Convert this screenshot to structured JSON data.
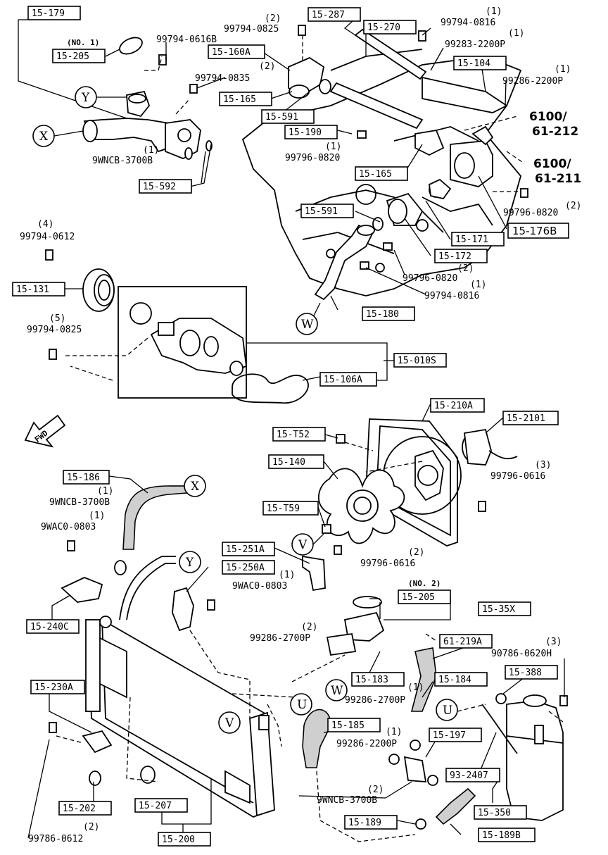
{
  "callouts": {
    "c1": "15-179",
    "c2": "15-205",
    "c3": "15-287",
    "c4": "15-270",
    "c5": "15-160A",
    "c6": "15-104",
    "c7": "15-165",
    "c8": "15-591",
    "c9": "15-190",
    "c10": "15-592",
    "c11": "15-165",
    "c12": "15-591",
    "c13": "15-171",
    "c14": "15-176B",
    "c15": "15-172",
    "c16": "15-131",
    "c17": "15-180",
    "c18": "15-010S",
    "c19": "15-106A",
    "c20": "15-210A",
    "c21": "15-2101",
    "c22": "15-T52",
    "c23": "15-140",
    "c24": "15-186",
    "c25": "15-T59",
    "c26": "15-251A",
    "c27": "15-250A",
    "c28": "15-240C",
    "c29": "15-205",
    "c30": "15-35X",
    "c31": "61-219A",
    "c32": "15-183",
    "c33": "15-184",
    "c34": "15-388",
    "c35": "15-230A",
    "c36": "15-185",
    "c37": "15-197",
    "c38": "93-2407",
    "c39": "15-202",
    "c40": "15-207",
    "c41": "15-189",
    "c42": "15-350",
    "c43": "15-189B",
    "c44": "15-200"
  },
  "refs": {
    "r1": "6100/",
    "r2": "61-212",
    "r3": "6100/",
    "r4": "61-211"
  },
  "notes": {
    "no1": "(NO. 1)",
    "no2": "(NO. 2)",
    "fwd": "FWD"
  },
  "parts": {
    "p1": "99794-0616B",
    "p1q": "",
    "p2": "99794-0825",
    "p2q": "(2)",
    "p3": "99794-0816",
    "p3q": "(1)",
    "p4": "99283-2200P",
    "p4q": "(1)",
    "p5": "99794-0835",
    "p5q": "(2)",
    "p6": "99286-2200P",
    "p6q": "(1)",
    "p7": "9WNCB-3700B",
    "p7q": "(1)",
    "p8": "99796-0820",
    "p8q": "(1)",
    "p9": "99796-0820",
    "p9q": "(2)",
    "p10": "99794-0612",
    "p10q": "(4)",
    "p11": "99796-0820",
    "p11q": "(2)",
    "p12": "99794-0816",
    "p12q": "(1)",
    "p13": "99794-0825",
    "p13q": "(5)",
    "p14": "99796-0616",
    "p14q": "(3)",
    "p15": "9WNCB-3700B",
    "p15q": "(1)",
    "p16": "9WAC0-0803",
    "p16q": "(1)",
    "p17": "99796-0616",
    "p17q": "(2)",
    "p18": "9WAC0-0803",
    "p18q": "(1)",
    "p19": "99286-2700P",
    "p19q": "(2)",
    "p20": "90786-0620H",
    "p20q": "(3)",
    "p21": "99286-2700P",
    "p21q": "(1)",
    "p22": "99286-2200P",
    "p22q": "(1)",
    "p23": "9WNCB-3700B",
    "p23q": "(2)",
    "p24": "99786-0612",
    "p24q": "(2)"
  },
  "markers": {
    "m1": "Y",
    "m2": "X",
    "m3": "W",
    "m4": "X",
    "m5": "Y",
    "m6": "V",
    "m7": "U",
    "m8": "W",
    "m9": "V",
    "m10": "U"
  }
}
